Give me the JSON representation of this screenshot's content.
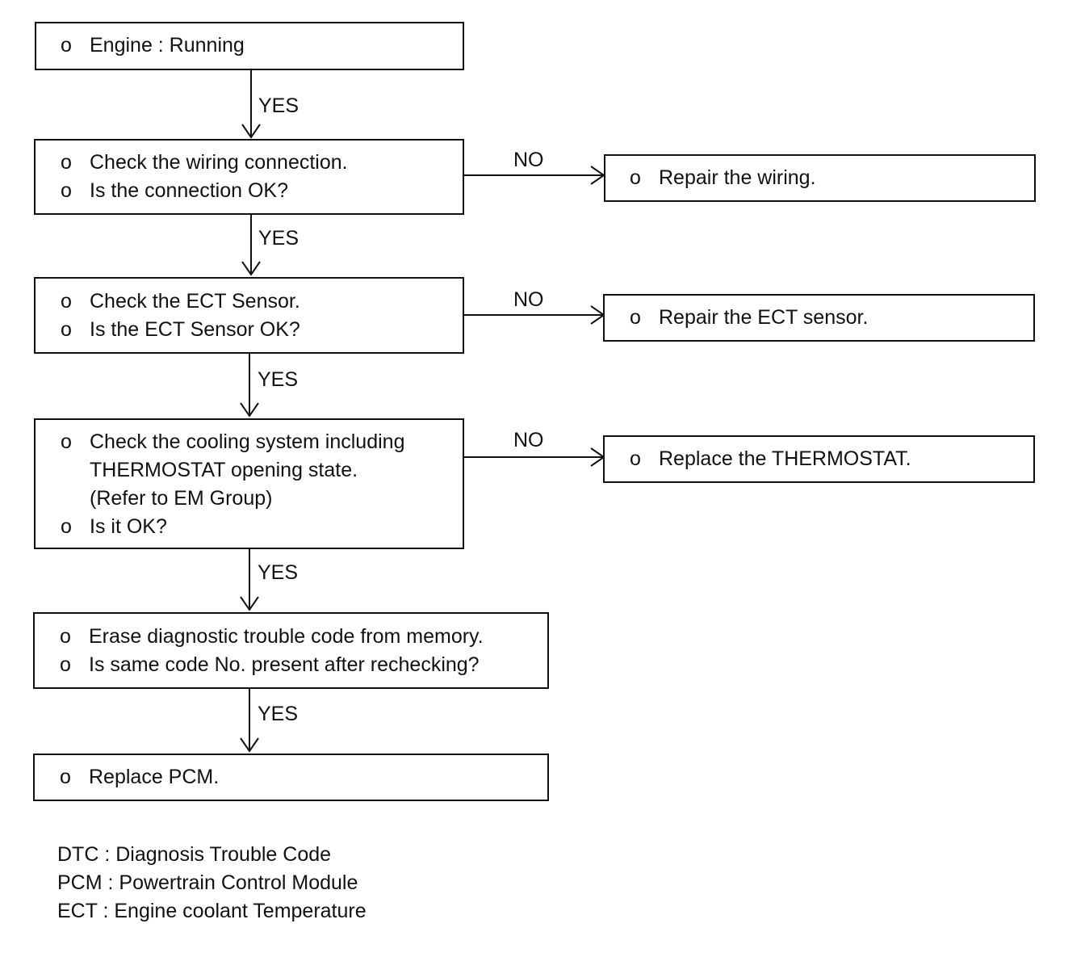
{
  "bullet_glyph": "o",
  "steps": {
    "engine_running": {
      "lines": [
        "Engine : Running"
      ]
    },
    "check_wiring": {
      "lines": [
        "Check the wiring connection.",
        "Is the connection OK?"
      ]
    },
    "check_ect": {
      "lines": [
        "Check the ECT Sensor.",
        "Is the ECT Sensor OK?"
      ]
    },
    "check_cooling": {
      "lines": [
        "Check the cooling system including",
        "THERMOSTAT opening state.",
        "(Refer to EM Group)",
        "Is it OK?"
      ]
    },
    "erase_dtc": {
      "lines": [
        "Erase diagnostic trouble code from memory.",
        "Is same code No. present after rechecking?"
      ]
    },
    "replace_pcm": {
      "lines": [
        "Replace PCM."
      ]
    }
  },
  "actions": {
    "repair_wiring": "Repair the wiring.",
    "repair_ect": "Repair the ECT sensor.",
    "replace_thermostat": "Replace the THERMOSTAT."
  },
  "edge_labels": {
    "yes": "YES",
    "no": "NO"
  },
  "legend": [
    "DTC : Diagnosis Trouble Code",
    "PCM : Powertrain Control Module",
    "ECT : Engine coolant Temperature"
  ]
}
